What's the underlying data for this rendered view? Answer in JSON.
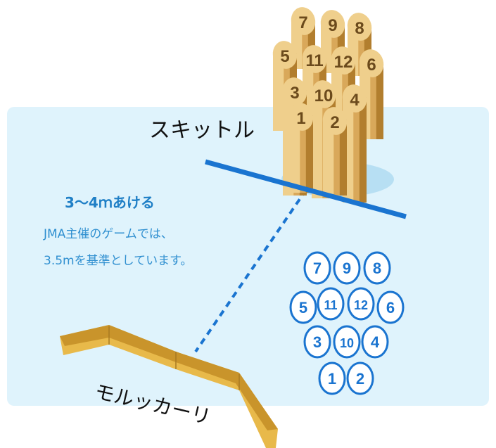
{
  "labels": {
    "skittles": "スキットル",
    "distance_title": "3〜4ｍあける",
    "distance_note_line1": "JMA主催のゲームでは、",
    "distance_note_line2": "3.5mを基準としています。",
    "molkky_line": "モルッカーリ"
  },
  "skittle_numbers": [
    "7",
    "9",
    "8",
    "5",
    "11",
    "12",
    "6",
    "3",
    "10",
    "4",
    "1",
    "2"
  ],
  "diagram_numbers": [
    "7",
    "9",
    "8",
    "5",
    "11",
    "12",
    "6",
    "3",
    "10",
    "4",
    "1",
    "2"
  ],
  "colors": {
    "field": "#dff3fc",
    "accent_blue": "#1a74d0",
    "text_blue": "#2f8fd0",
    "wood_light": "#efcf8c",
    "wood_mid": "#d9a85a",
    "wood_dark": "#b27e2e",
    "molkky_board": "#d6a53c"
  }
}
